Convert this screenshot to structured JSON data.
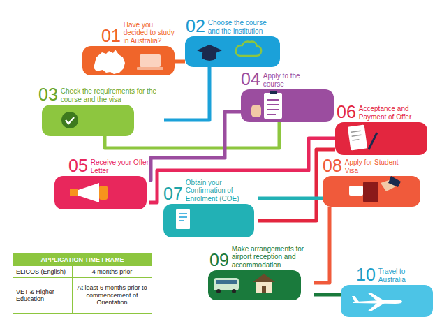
{
  "diagram": {
    "nodes": [
      {
        "text": [
          "01",
          "Have you decided to study in Australia?"
        ]
      },
      {
        "text": [
          "02",
          "Choose the course and the institution"
        ]
      },
      {
        "text": [
          "03",
          "Check the requirements for the course and the visa"
        ]
      },
      {
        "text": [
          "04",
          "Apply to the course"
        ]
      },
      {
        "text": [
          "05",
          "Receive your Offer Letter"
        ]
      },
      {
        "text": [
          "06",
          "Acceptance and Payment of Offer"
        ]
      },
      {
        "text": [
          "07",
          "Obtain your Confirmation of Enrolment (COE)"
        ]
      },
      {
        "text": [
          "08",
          "Apply for Student Visa"
        ]
      },
      {
        "text": [
          "09",
          "Make arrangements for airport reception and accommodation"
        ]
      },
      {
        "text": [
          "10",
          "Travel to Australia"
        ]
      }
    ],
    "edges": [
      {
        "from": 0,
        "to": 1,
        "arrow": "none"
      },
      {
        "from": 1,
        "to": 2,
        "arrow": "none"
      },
      {
        "from": 2,
        "to": 3,
        "arrow": "none"
      },
      {
        "from": 3,
        "to": 4,
        "arrow": "none"
      },
      {
        "from": 4,
        "to": 5,
        "arrow": "none"
      },
      {
        "from": 5,
        "to": 6,
        "arrow": "none"
      },
      {
        "from": 6,
        "to": 7,
        "arrow": "none"
      },
      {
        "from": 7,
        "to": 8,
        "arrow": "none"
      },
      {
        "from": 8,
        "to": 9,
        "arrow": "none"
      }
    ],
    "labels": [
      "APPLICATION TIME FRAME",
      "ELICOS (English)",
      "4 months prior",
      "VET & Higher Education",
      "At least 6 months prior to commencement of Orientation"
    ]
  }
}
